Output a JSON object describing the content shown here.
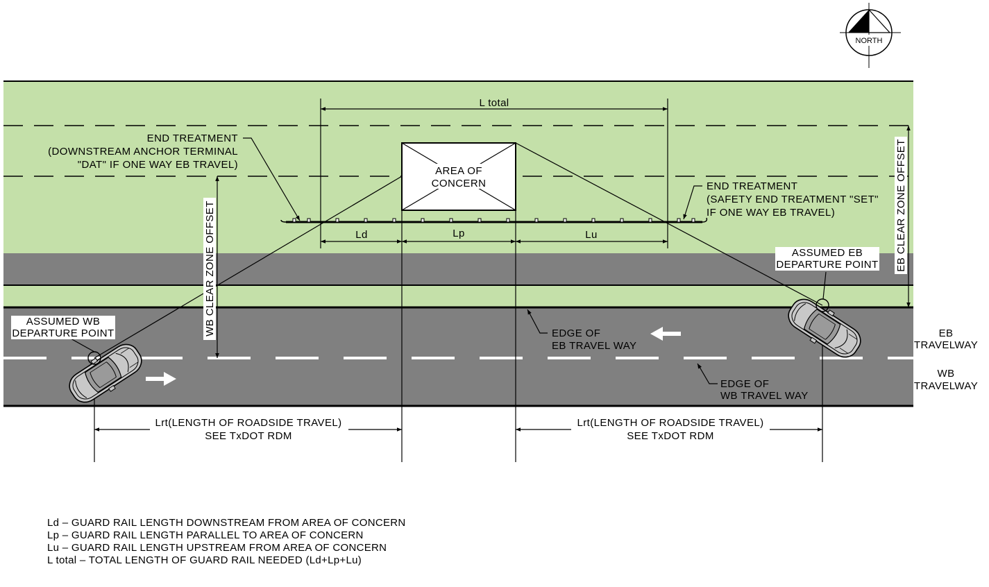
{
  "north_label": "NORTH",
  "dimensions": {
    "l_total": "L total",
    "ld": "Ld",
    "lp": "Lp",
    "lu": "Lu"
  },
  "area_of_concern": {
    "line1": "AREA OF",
    "line2": "CONCERN"
  },
  "end_treatment_downstream": {
    "line1": "END TREATMENT",
    "line2": "(DOWNSTREAM ANCHOR TERMINAL",
    "line3": "\"DAT\" IF ONE WAY EB TRAVEL)"
  },
  "end_treatment_upstream": {
    "line1": "END TREATMENT",
    "line2": "(SAFETY END TREATMENT \"SET\"",
    "line3": "IF ONE WAY EB TRAVEL)"
  },
  "clear_zones": {
    "wb": "WB CLEAR ZONE OFFSET",
    "eb": "EB CLEAR ZONE OFFSET"
  },
  "departure_points": {
    "wb_line1": "ASSUMED WB",
    "wb_line2": "DEPARTURE POINT",
    "eb_line1": "ASSUMED EB",
    "eb_line2": "DEPARTURE POINT"
  },
  "travel_way_edges": {
    "eb_line1": "EDGE OF",
    "eb_line2": "EB TRAVEL WAY",
    "wb_line1": "EDGE OF",
    "wb_line2": "WB TRAVEL WAY"
  },
  "travelways": {
    "eb_line1": "EB",
    "eb_line2": "TRAVELWAY",
    "wb_line1": "WB",
    "wb_line2": "TRAVELWAY"
  },
  "lrt": {
    "line1": "Lrt(LENGTH OF ROADSIDE TRAVEL)",
    "line2": "SEE TxDOT RDM"
  },
  "legend": [
    "Ld – GUARD RAIL LENGTH DOWNSTREAM FROM AREA OF CONCERN",
    "Lp – GUARD RAIL LENGTH PARALLEL TO AREA OF CONCERN",
    "Lu – GUARD RAIL LENGTH UPSTREAM FROM AREA OF CONCERN",
    "L total – TOTAL LENGTH OF GUARD RAIL NEEDED (Ld+Lp+Lu)"
  ],
  "colors": {
    "grass": "#c4e0a9",
    "pavement": "#808080",
    "line": "#000000",
    "marking": "#ffffff"
  }
}
